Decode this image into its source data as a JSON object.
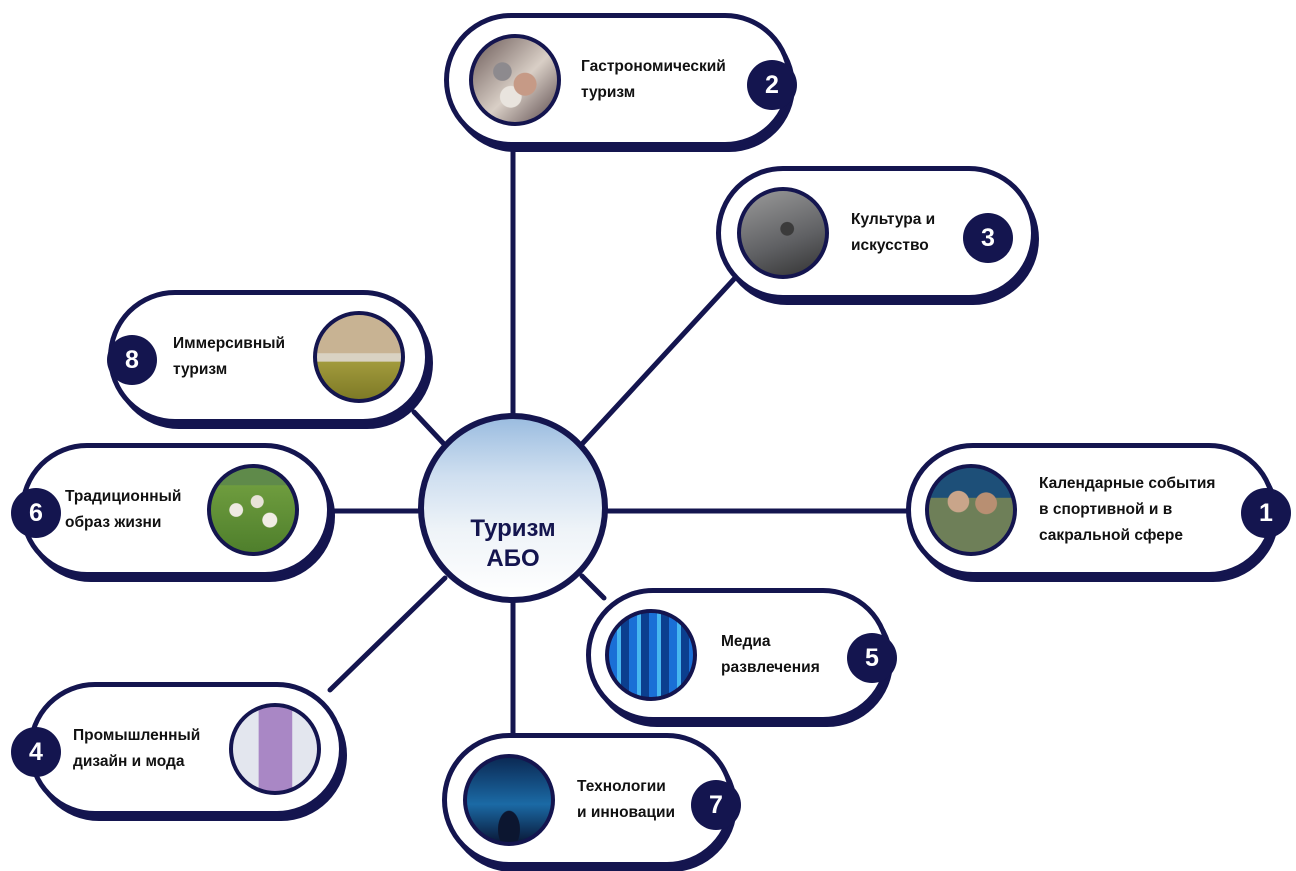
{
  "hub": {
    "title": "Туризм\nАБО"
  },
  "nodes": [
    {
      "number": "1",
      "label": "Календарные события\nв спортивной и в\nсакральной сфере",
      "photo_icon": "wrestling-icon"
    },
    {
      "number": "2",
      "label": "Гастрономический\nтуризм",
      "photo_icon": "food-icon"
    },
    {
      "number": "3",
      "label": "Культура и\nискусство",
      "photo_icon": "archer-sculpture-icon"
    },
    {
      "number": "4",
      "label": "Промышленный\nдизайн и мода",
      "photo_icon": "fashion-icon"
    },
    {
      "number": "5",
      "label": "Медиа\nразвлечения",
      "photo_icon": "media-screens-icon"
    },
    {
      "number": "6",
      "label": "Традиционный\nобраз жизни",
      "photo_icon": "sheep-icon"
    },
    {
      "number": "7",
      "label": "Технологии\nи инновации",
      "photo_icon": "technology-icon"
    },
    {
      "number": "8",
      "label": "Иммерсивный\nтуризм",
      "photo_icon": "yurt-steppe-icon"
    }
  ],
  "colors": {
    "accent": "#14154f",
    "background": "#ffffff"
  }
}
